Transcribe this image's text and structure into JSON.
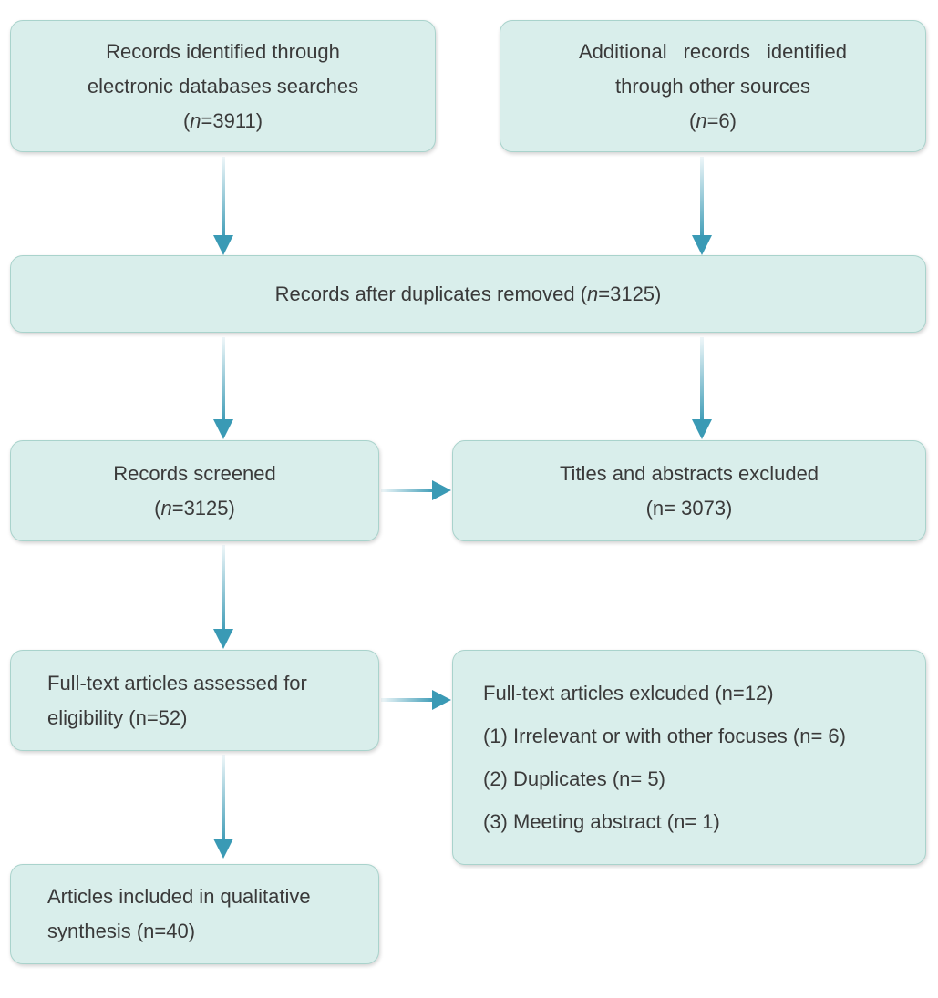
{
  "boxes": {
    "identified_db": {
      "line1": "Records identified through",
      "line2": "electronic databases searches",
      "count_open": "(",
      "count_var": "n",
      "count_rest": "=3911)"
    },
    "identified_other": {
      "word1": "Additional",
      "word2": "records",
      "word3": "identified",
      "line2": "through other sources",
      "count_open": "(",
      "count_var": "n",
      "count_rest": "=6)"
    },
    "after_duplicates": {
      "text": "Records after duplicates removed (",
      "count_var": "n",
      "count_rest": "=3125)"
    },
    "screened": {
      "line1": "Records screened",
      "count_open": "(",
      "count_var": "n",
      "count_rest": "=3125)"
    },
    "titles_excluded": {
      "line1": "Titles and abstracts excluded",
      "line2": "(n= 3073)"
    },
    "fulltext_assessed": {
      "line1": "Full-text articles assessed for",
      "line2": "eligibility (n=52)"
    },
    "fulltext_excluded": {
      "header": "Full-text articles exlcuded  (n=12)",
      "reasons": [
        "(1) Irrelevant or with other focuses  (n= 6)",
        "(2) Duplicates  (n= 5)",
        "(3) Meeting abstract  (n= 1)"
      ]
    },
    "included": {
      "line1": "Articles included in qualitative",
      "line2": "synthesis  (n=40)"
    }
  },
  "colors": {
    "box_fill": "#d9eeeb",
    "box_border": "#a9d3cc",
    "arrow": "#3a9ab5",
    "text": "#3a3a3a"
  }
}
